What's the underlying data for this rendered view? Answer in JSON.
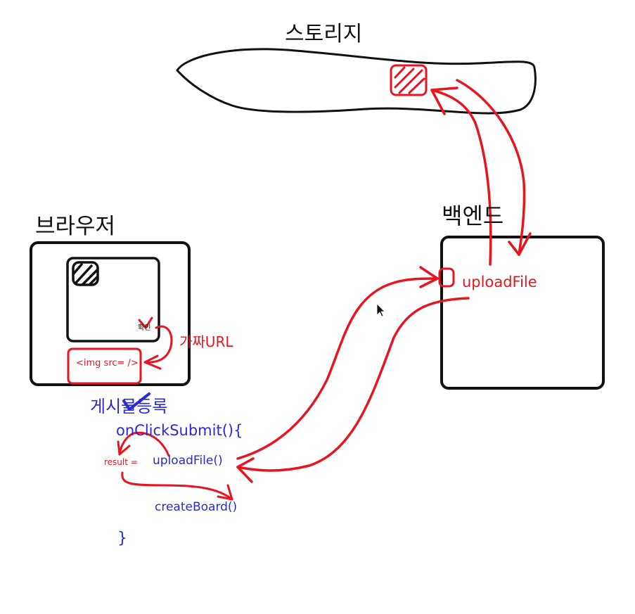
{
  "colors": {
    "ink": "#111111",
    "red": "#e8141f",
    "blue": "#2a2ad8",
    "background": "#ffffff"
  },
  "labels": {
    "storage": "스토리지",
    "browser": "브라우저",
    "backend": "백엔드",
    "upload_file_backend": "uploadFile",
    "confirm": "확인",
    "fake_url": "가짜URL",
    "img_tag": "<img src= />",
    "post_register": "게시물등록",
    "on_click_submit": "onClickSubmit(){",
    "result_assign": "result =",
    "upload_file_call": "uploadFile()",
    "create_board_call": "createBoard()",
    "close_brace": "}"
  },
  "icons": {
    "storage_file": "hatched-file-icon",
    "browser_image": "hatched-image-icon",
    "cursor": "mouse-pointer-icon"
  }
}
